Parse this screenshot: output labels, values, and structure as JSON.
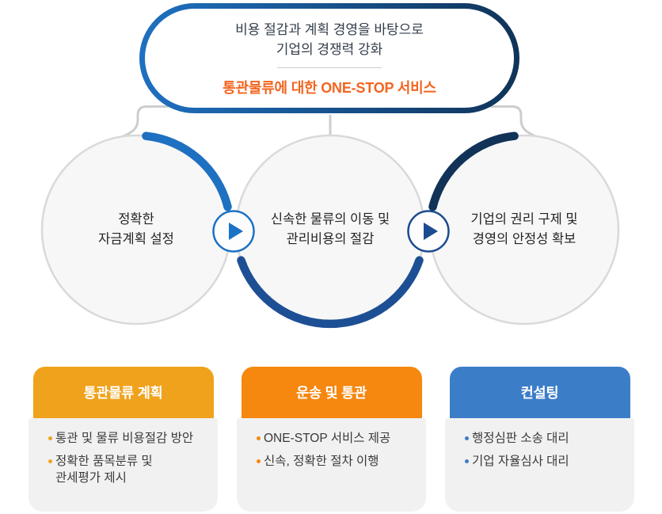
{
  "pill": {
    "line1": "비용 절감과 계획 경영을 바탕으로",
    "line2": "기업의 경쟁력 강화",
    "highlight": "통관물류에 대한 ONE-STOP 서비스",
    "highlight_color": "#f4641e",
    "border_gradient": [
      "#1e70c0",
      "#103459"
    ]
  },
  "steps": [
    {
      "label": "정확한\n자금계획 설정",
      "arc_color": "#1e70c0"
    },
    {
      "label": "신속한 물류의 이동 및\n관리비용의 절감",
      "arc_color": "#1d4f94"
    },
    {
      "label": "기업의 권리 구제 및\n경영의 안정성 확보",
      "arc_color": "#123358"
    }
  ],
  "connectors": {
    "arrow_icon": "play-triangle",
    "arrow_colors": [
      "#1c72c4",
      "#1c4b90"
    ],
    "line_color": "#cdcdcd"
  },
  "cards": [
    {
      "title": "통관물류 계획",
      "header_color": "#efa31c",
      "bullets": [
        "통관 및 물류 비용절감 방안",
        "정확한 품목분류 및\n관세평가 제시"
      ]
    },
    {
      "title": "운송 및 통관",
      "header_color": "#f6870f",
      "bullets": [
        "ONE-STOP 서비스 제공",
        "신속, 정확한 절차 이행"
      ]
    },
    {
      "title": "컨설팅",
      "header_color": "#3c7dc8",
      "bullets": [
        "행정심판 소송 대리",
        "기업 자율심사 대리"
      ]
    }
  ]
}
